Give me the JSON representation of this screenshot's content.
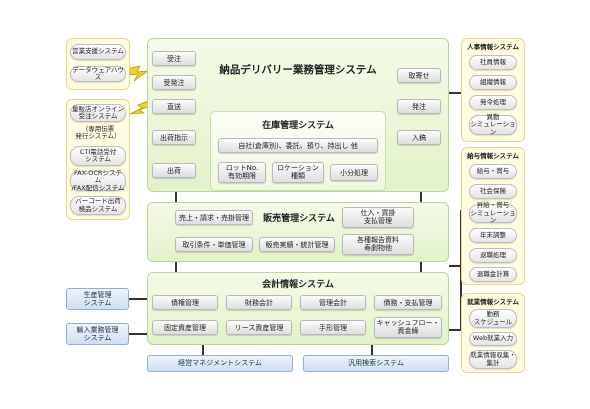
{
  "sales_support": {
    "items": [
      "営業支援システム",
      "データウェアハウス"
    ]
  },
  "ordering": {
    "items": [
      "量販店オンライン\n受注システム",
      "（専用伝票\n発行システム）",
      "CTI電話受付\nシステム",
      "FAX-OCRシステム\n/FAX配信システム",
      "バーコード出荷\n検品システム"
    ]
  },
  "production": {
    "label": "生産管理\nシステム"
  },
  "import": {
    "label": "輸入業務管理\nシステム"
  },
  "delivery": {
    "title": "納品デリバリー業務管理システム",
    "left_buttons": [
      "受注",
      "受発注",
      "直送",
      "出荷指示",
      "出荷"
    ],
    "right_buttons": [
      "取寄せ",
      "発注",
      "入稿"
    ]
  },
  "inventory": {
    "title": "在庫管理システム",
    "row1": "自社(倉庫別)、委託、預り、持出し 他",
    "row2": [
      "ロットNo.\n有効期限",
      "ロケーション\n種類",
      "小分処理"
    ]
  },
  "sales": {
    "title": "販売管理システム",
    "items": [
      "売上・請求・売掛管理",
      "取引条件・単価管理",
      "販売実績・統計管理",
      "仕入・買掛\n支払管理",
      "各種報告資料\n寿劇物他"
    ]
  },
  "accounting": {
    "title": "会計情報システム",
    "items": [
      "債権管理",
      "財務会計",
      "管理会計",
      "債務・支払管理",
      "固定資産管理",
      "リース資産管理",
      "手形管理",
      "キャッシュフロー・\n資金繰"
    ]
  },
  "bottom": {
    "items": [
      "経営マネジメントシステム",
      "汎用検索システム"
    ]
  },
  "hr": {
    "title": "人事情報システム",
    "items": [
      "社員情報",
      "組織情報",
      "発令処理",
      "異動\nシミュレーション"
    ]
  },
  "payroll": {
    "title": "給与情報システム",
    "items": [
      "給与・賞与",
      "社会保険",
      "昇給・賞与\nシミュレーション",
      "年末調整",
      "退職処理",
      "退職金計算"
    ]
  },
  "attendance": {
    "title": "就業情報システム",
    "items": [
      "勤務\nスケジュール",
      "Web就業入力",
      "就業情報収集・\n集計"
    ]
  },
  "colors": {
    "panel_green": "#e3f2c8",
    "panel_yellow": "#fffbe0",
    "system_blue": "#cfdff0"
  }
}
